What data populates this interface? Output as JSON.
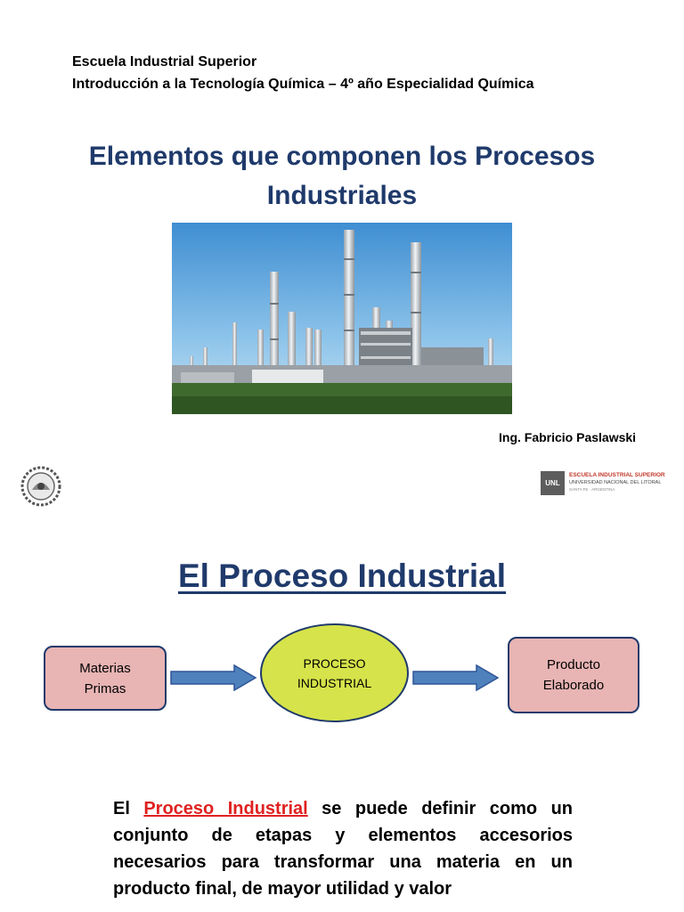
{
  "header": {
    "school": "Escuela Industrial Superior",
    "course": "Introducción a la Tecnología Química – 4º año Especialidad Química"
  },
  "cover": {
    "title_line1": "Elementos que componen los Procesos",
    "title_line2": "Industriales",
    "author": "Ing. Fabricio Paslawski"
  },
  "logos": {
    "unl_badge": "UNL",
    "unl_line1": "ESCUELA INDUSTRIAL SUPERIOR",
    "unl_line2": "UNIVERSIDAD NACIONAL DEL LITORAL",
    "unl_line3": "SANTA FE · ARGENTINA"
  },
  "slide2": {
    "title": "El Proceso Industrial",
    "diagram": {
      "input_line1": "Materias",
      "input_line2": "Primas",
      "process_line1": "PROCESO",
      "process_line2": "INDUSTRIAL",
      "output_line1": "Producto",
      "output_line2": "Elaborado"
    },
    "definition": {
      "prefix": "El ",
      "highlight": "Proceso Industrial",
      "rest": " se puede definir como un conjunto de etapas y elementos accesorios necesarios para transformar una materia en un producto final, de mayor utilidad y valor"
    }
  },
  "colors": {
    "title_blue": "#1f3a6b",
    "box_pink": "#e8b4b4",
    "ellipse_yellow": "#d6e34a",
    "arrow_blue": "#4f81bd",
    "highlight_red": "#e02020"
  }
}
